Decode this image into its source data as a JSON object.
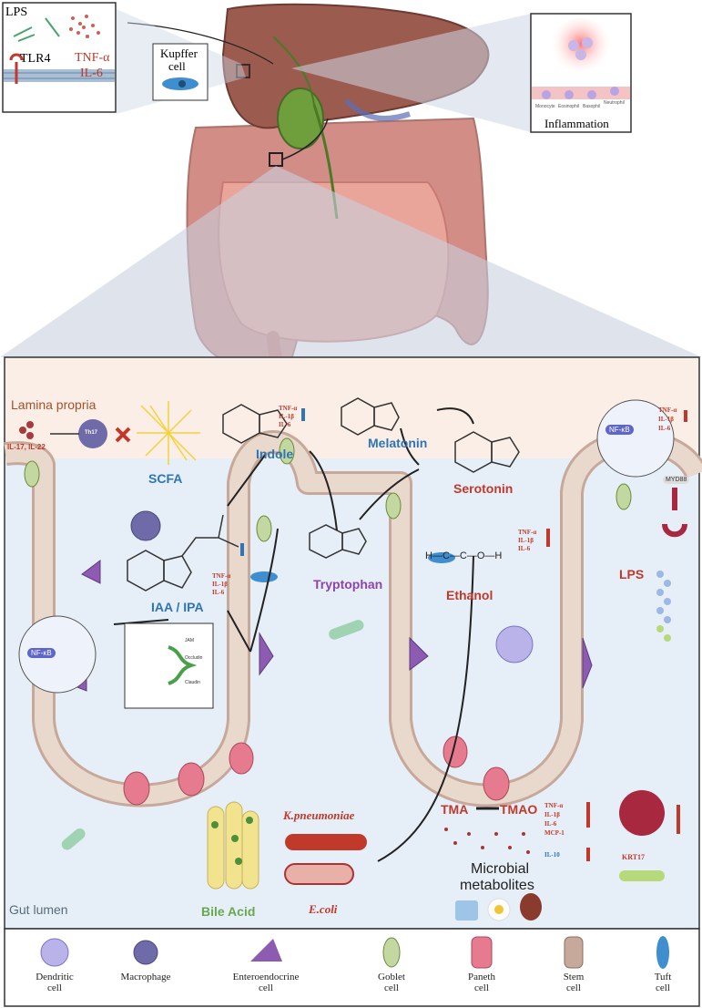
{
  "lps_inset": {
    "lps": "LPS",
    "tlr4": "TLR4",
    "tnf": "TNF-α",
    "il6": "IL-6"
  },
  "kupffer": {
    "line1": "Kupffer",
    "line2": "cell"
  },
  "inflammation": {
    "title": "Inflammation",
    "cells": [
      "Monocyte",
      "Eosinophil",
      "Basophil",
      "Neutrophil"
    ]
  },
  "regions": {
    "lamina_propria": "Lamina propria",
    "gut_lumen": "Gut lumen"
  },
  "th17": {
    "cell": "Th17",
    "cytokines": "IL-17, IL-22"
  },
  "scfa": "SCFA",
  "indole": {
    "name": "Indole",
    "cytokines": [
      "TNF-α",
      "IL-1β",
      "IL-6"
    ]
  },
  "melatonin": "Melatonin",
  "serotonin": {
    "name": "Serotonin",
    "cytokines": [
      "TNF-α",
      "IL-1β",
      "IL-6"
    ]
  },
  "tryptophan": "Tryptophan",
  "ethanol": {
    "name": "Ethanol",
    "formula": "H—C—C—O—H"
  },
  "iaa": {
    "name": "IAA / IPA",
    "cytokines": [
      "TNF-α",
      "IL-1β",
      "IL-6"
    ]
  },
  "nfkb": "NF-κB",
  "tight_junction": {
    "jam": "JAM",
    "occludin": "Occludin",
    "claudin": "Claudin"
  },
  "myd88": "MYD88",
  "lps_right": {
    "name": "LPS",
    "cytokines": [
      "TNF-α",
      "IL-1β",
      "IL-6"
    ]
  },
  "tma": {
    "tma": "TMA",
    "tmao": "TMAO",
    "up": [
      "TNF-α",
      "IL-1β",
      "IL-6",
      "MCP-1"
    ],
    "down": "IL-10"
  },
  "krt17": "KRT17",
  "microbial": {
    "line1": "Microbial",
    "line2": "metabolites"
  },
  "bacteria": {
    "kp": "K.pneumoniae",
    "ecoli": "E.coli"
  },
  "bile_acid": "Bile Acid",
  "legend": [
    {
      "l1": "Dendritic",
      "l2": "cell"
    },
    {
      "l1": "Macrophage",
      "l2": ""
    },
    {
      "l1": "Enteroendocrine",
      "l2": "cell"
    },
    {
      "l1": "Goblet",
      "l2": "cell"
    },
    {
      "l1": "Paneth",
      "l2": "cell"
    },
    {
      "l1": "Stem",
      "l2": "cell"
    },
    {
      "l1": "Tuft",
      "l2": "cell"
    }
  ],
  "colors": {
    "red": "#c0392b",
    "blue": "#2e75b6",
    "purple": "#8e44ad",
    "green": "#6aa84f",
    "lumen": "#e6eff7",
    "propria": "#fbeee6"
  }
}
